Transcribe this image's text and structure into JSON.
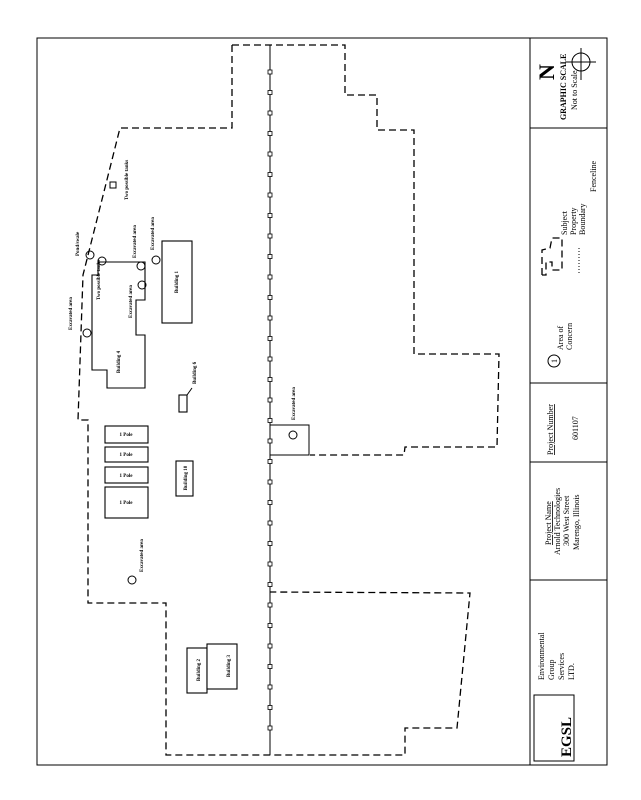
{
  "title_block": {
    "north": "N",
    "scale_title": "GRAPHIC SCALE",
    "scale_value": "Not to Scale",
    "legend": {
      "area_symbol": "1",
      "area_line1": "Area of",
      "area_line2": "Concern",
      "boundary_line1": "Subject",
      "boundary_line2": "Property",
      "boundary_line3": "Boundary",
      "fence": "Fenceline"
    },
    "project_number_label": "Project Number",
    "project_number": "601107",
    "project_name_label": "Project Name",
    "project_name": "Arnold Technologies",
    "address1": "300 West Street",
    "address2": "Marengo, Illinois",
    "company_logo": "EGSL",
    "company_line1": "Environmental",
    "company_line2": "Group",
    "company_line3": "Services",
    "company_line4": "LTD."
  },
  "map": {
    "labels": {
      "excavated_1": "Excavated area",
      "pond": "Pond/swale",
      "two_tanks_a": "Two possible tanks",
      "excavated_2": "Excavated area",
      "excavated_3": "Excavated area",
      "excavated_4": "Excavated area",
      "two_tanks_b": "Two possible tanks",
      "excavated_5": "Excavated area",
      "excavated_6": "Excavated area",
      "building_1": "Building 1",
      "building_4": "Building 4",
      "building_6": "Building 6",
      "building_10": "Building 10",
      "building_2": "Building 2",
      "building_3": "Building 3",
      "tank_1": "1 Pole",
      "tank_2": "1 Pole",
      "tank_3": "1 Pole",
      "tank_4": "1 Pole"
    }
  }
}
